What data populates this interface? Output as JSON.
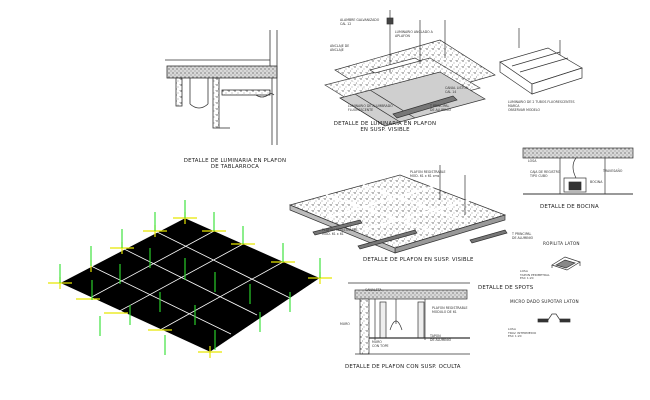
{
  "captions": {
    "luminaria_tablarroca": [
      "DETALLE DE LUMINARIA EN PLAFON",
      "DE TABLARROCA"
    ],
    "luminaria_visible": [
      "DETALLE DE LUMINARIA EN PLAFON",
      "EN SUSP. VISIBLE"
    ],
    "plafon_visible": "DETALLE DE PLAFON EN SUSP. VISIBLE",
    "bocina": "DETALLE DE BOCINA",
    "spots": "DETALLE DE SPOTS",
    "plafon_oculta": "DETALLE DE PLAFON CON SUSP. OCULTA",
    "rodete_laton": "ROPILITA LATON",
    "micro_dado": "MICRO DADO SUPOTAR LATON"
  },
  "notes": {
    "n1": [
      "ALAMBRE GALVANIZADO",
      "CAL 12"
    ],
    "n2": [
      "ANCLAJE DE",
      "ANCLAJE"
    ],
    "n3": [
      "LUMINARIO ANCLADO A",
      "APLAFON"
    ],
    "n4": [
      "CANAL LISTON",
      "CAL 14"
    ],
    "n5": [
      "LUMINARIO DE ALUMBRADO",
      "FLUORESCENTE"
    ],
    "n6": [
      "PLAFON REGISTRABLE",
      "MOD. 61 x 61 cms"
    ],
    "n7": [
      "T PRINCIPAL",
      "DE ALUMINIO"
    ],
    "n8": [
      "LUMINARIO DE 2 TUBOS FLUORESCENTES",
      "MARCA",
      "OBSERVAR MODELO"
    ],
    "n9": [
      "LOSA"
    ],
    "n10": [
      "CAJA DE REGISTRO",
      "TIPO CUBO"
    ],
    "n11": [
      "BOCINA"
    ],
    "n12": [
      "LOSA",
      "TRAVESAÑO"
    ],
    "n13": [
      "PLAFON REGISTRABLE",
      "MOD. 61 x 61"
    ],
    "n14": [
      "T PRINCIPAL",
      "DE ALUMINIO"
    ],
    "n15": [
      "CANALETA",
      "MURO"
    ],
    "n16": [
      "PLAFON REGISTRABLE",
      "MODULO DE 61"
    ],
    "n17": [
      "MURO",
      "CON TOPE"
    ],
    "n18": [
      "TAPON",
      "DE ALUMINIO"
    ],
    "n19": [
      "LOSA",
      "TAPON PERIMETRAL",
      "ESC 1:20"
    ],
    "n20": [
      "LOSA",
      "TRAV. INTERMEDIO",
      "ESC 1:20"
    ]
  },
  "colors": {
    "line": "#333333",
    "concrete": "#b9b9b9",
    "tile_fill": "#000000",
    "tee_green": "#2ee02e",
    "tee_yellow": "#e6e600"
  }
}
